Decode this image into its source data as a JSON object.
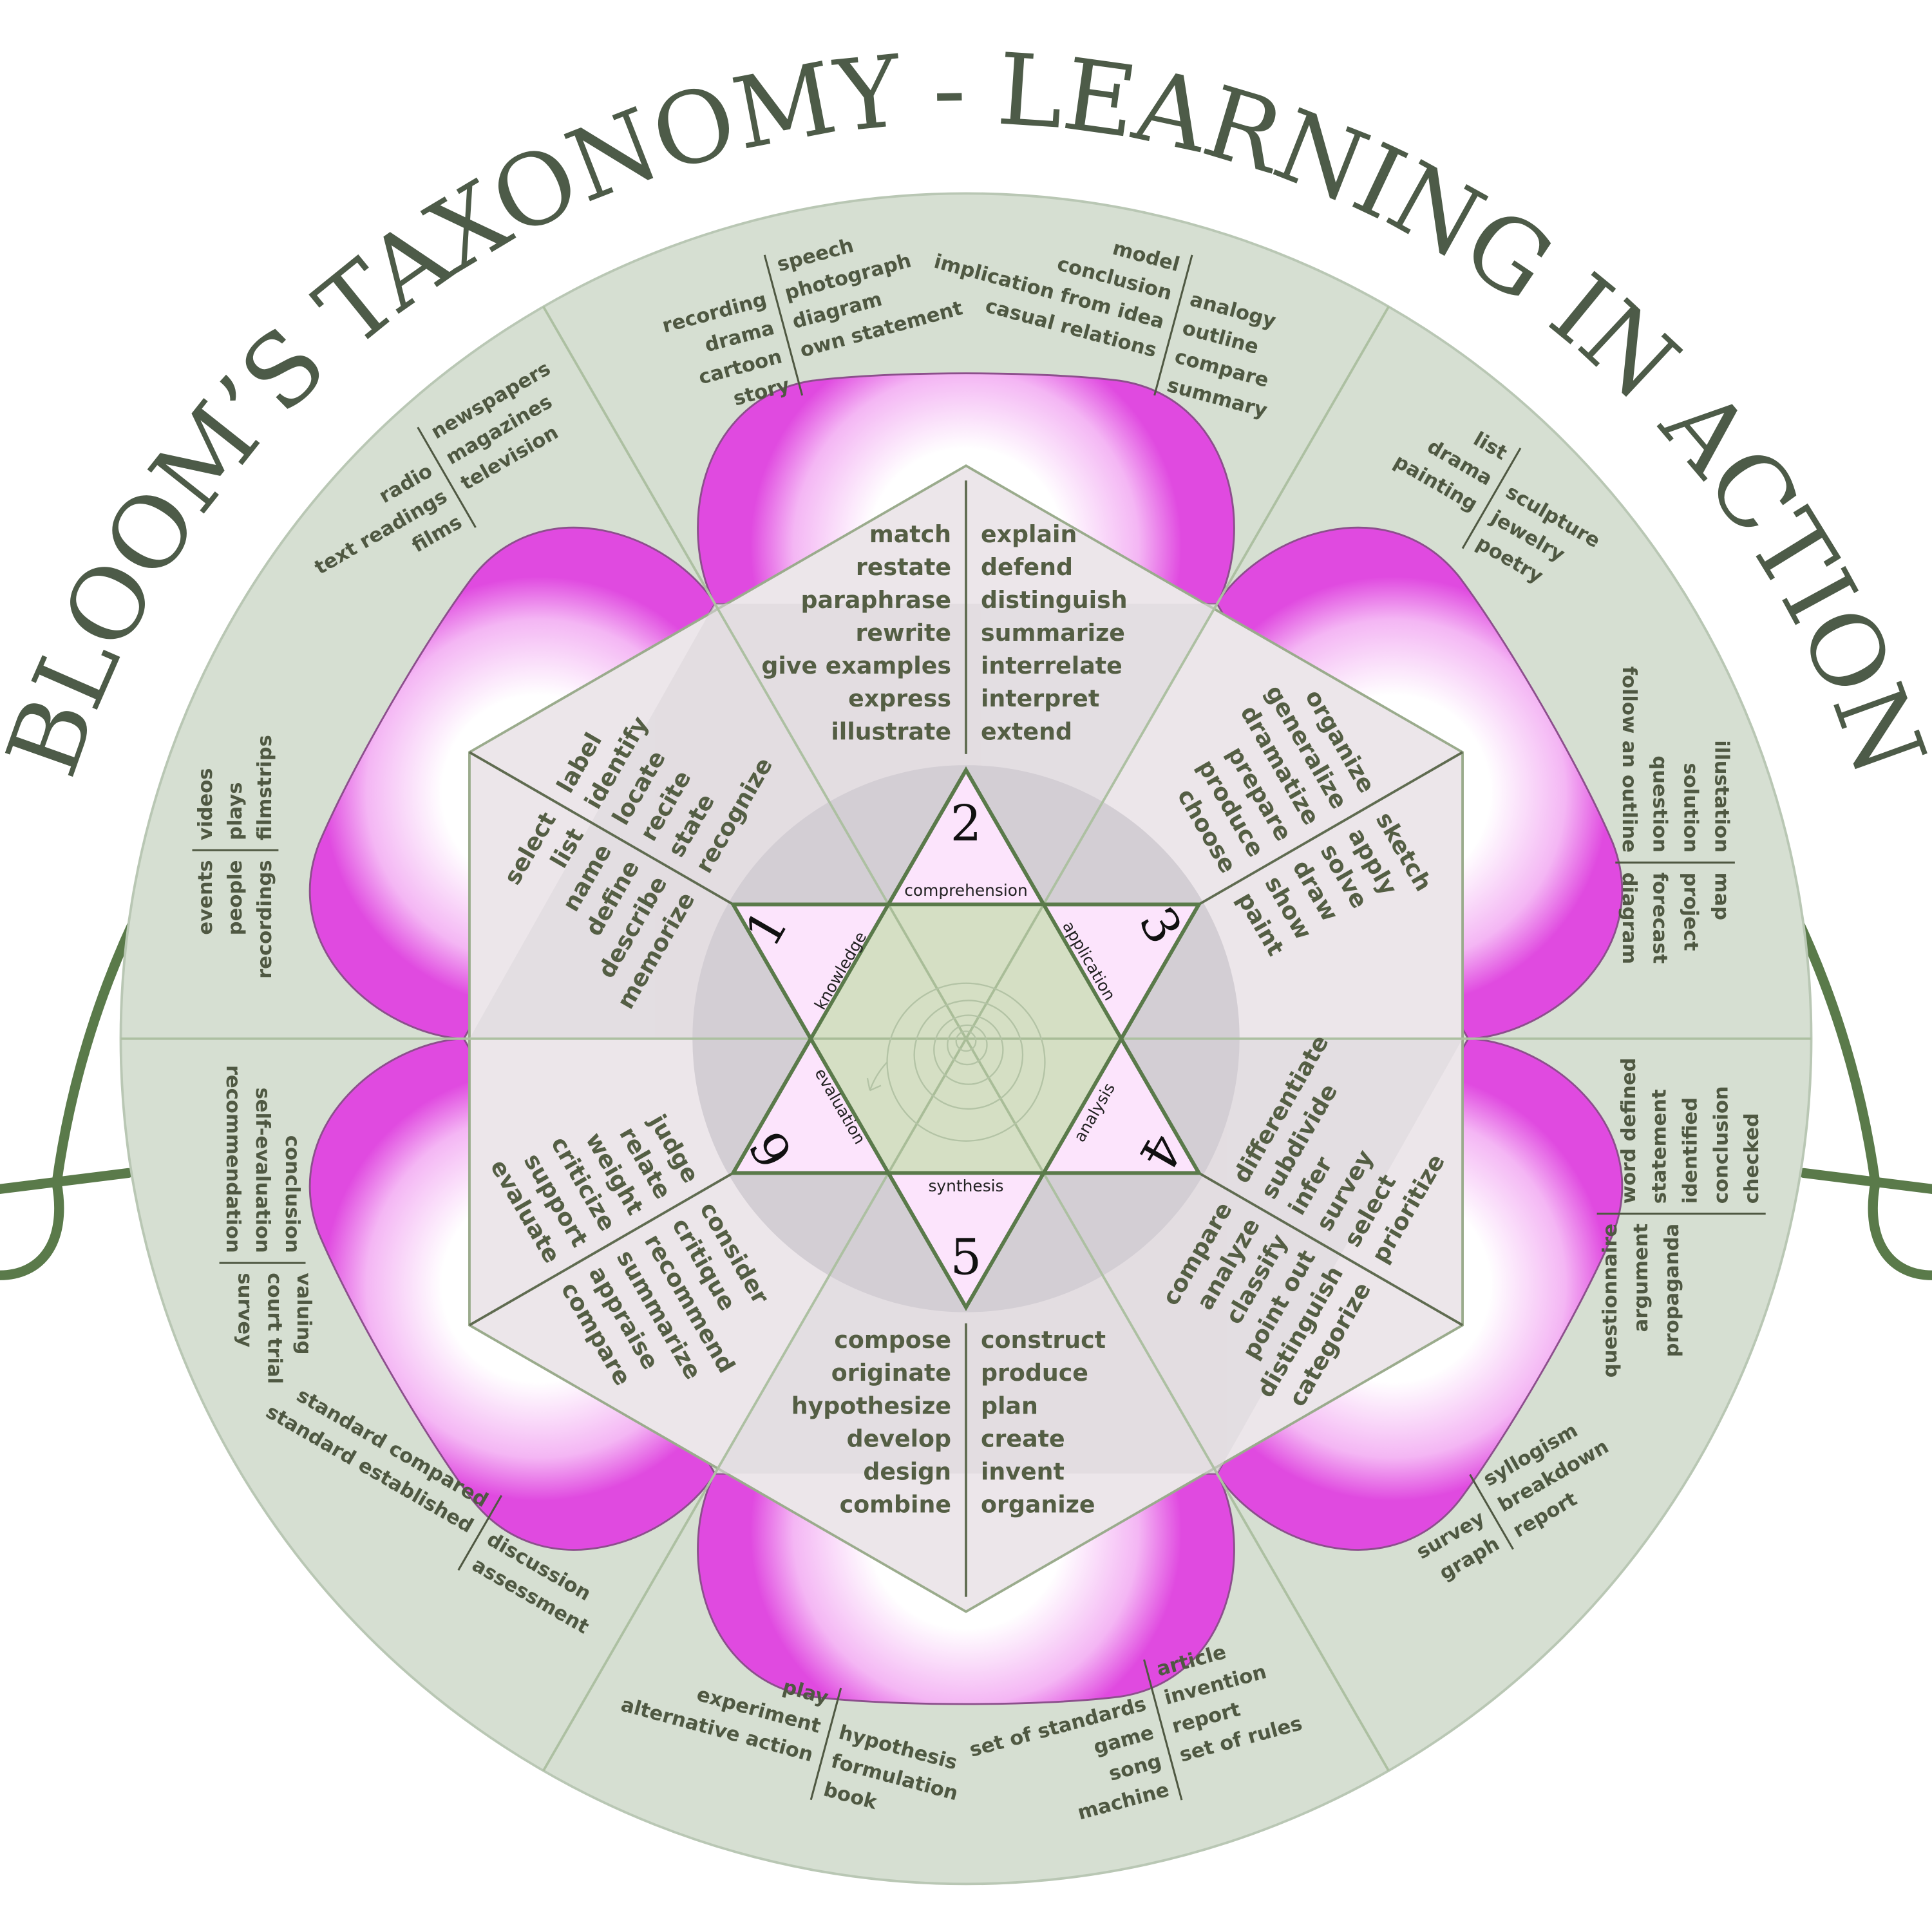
{
  "title": "BLOOM’S TAXONOMY - LEARNING IN ACTION",
  "colors": {
    "arc": "#5a7a4a",
    "disc": "#d6dfd2",
    "petal": "#e45ae4",
    "star": "#fce4fc",
    "core": "#d5dfc4",
    "hexagon": "#ece6ea"
  },
  "star": {
    "levels": [
      {
        "number": "1",
        "label": "knowledge"
      },
      {
        "number": "2",
        "label": "comprehension"
      },
      {
        "number": "3",
        "label": "application"
      },
      {
        "number": "4",
        "label": "analysis"
      },
      {
        "number": "5",
        "label": "synthesis"
      },
      {
        "number": "6",
        "label": "evaluation"
      }
    ]
  },
  "inner": {
    "top": {
      "left": [
        "match",
        "restate",
        "paraphrase",
        "rewrite",
        "give examples",
        "express",
        "illustrate"
      ],
      "right": [
        "explain",
        "defend",
        "distinguish",
        "summarize",
        "interrelate",
        "interpret",
        "extend"
      ]
    },
    "upper_left": {
      "left": [
        "select",
        "list",
        "name",
        "define",
        "describe",
        "memorize"
      ],
      "right": [
        "label",
        "identify",
        "locate",
        "recite",
        "state",
        "recognize"
      ]
    },
    "upper_right": {
      "left": [
        "organize",
        "generalize",
        "dramatize",
        "prepare",
        "produce",
        "choose"
      ],
      "right": [
        "sketch",
        "apply",
        "solve",
        "draw",
        "show",
        "paint"
      ]
    },
    "lower_right": {
      "left": [
        "compare",
        "analyze",
        "classify",
        "point out",
        "distinguish",
        "categorize"
      ],
      "right": [
        "differentiate",
        "subdivide",
        "infer",
        "survey",
        "select",
        "prioritize"
      ]
    },
    "bottom": {
      "left": [
        "compose",
        "originate",
        "hypothesize",
        "develop",
        "design",
        "combine"
      ],
      "right": [
        "construct",
        "produce",
        "plan",
        "create",
        "invent",
        "organize"
      ]
    },
    "lower_left": {
      "left": [
        "judge",
        "relate",
        "weight",
        "criticize",
        "support",
        "evaluate"
      ],
      "right": [
        "consider",
        "critique",
        "recommend",
        "summarize",
        "appraise",
        "compare"
      ]
    }
  },
  "outer": {
    "top_a": {
      "left": [
        "recording",
        "drama",
        "cartoon",
        "story"
      ],
      "right": [
        "speech",
        "photograph",
        "diagram",
        "own statement"
      ]
    },
    "top_b": {
      "left": [
        "model",
        "conclusion",
        "implication from idea",
        "casual relations"
      ],
      "right": [
        "analogy",
        "outline",
        "compare",
        "summary"
      ]
    },
    "upper_left_a": {
      "left": [
        "radio",
        "text readings",
        "films"
      ],
      "right": [
        "newspapers",
        "magazines",
        "television"
      ]
    },
    "upper_left_b": {
      "left": [
        "events",
        "people",
        "recordings"
      ],
      "right": [
        "videos",
        "plays",
        "filmstrips"
      ]
    },
    "upper_right_a": {
      "left": [
        "list",
        "drama",
        "painting"
      ],
      "right": [
        "sculpture",
        "jewelry",
        "poetry"
      ]
    },
    "upper_right_b": {
      "left": [
        "illustation",
        "solution",
        "question",
        "follow an outline"
      ],
      "right": [
        "map",
        "project",
        "forecast",
        "diagram"
      ]
    },
    "lower_right_a": {
      "left": [
        "questionnaire",
        "argument",
        "propaganda"
      ],
      "right": [
        "word defined",
        "statement",
        "identified",
        "conclusion",
        "checked"
      ]
    },
    "lower_right_b": {
      "left": [
        "survey",
        "graph"
      ],
      "right": [
        "syllogism",
        "breakdown",
        "report"
      ]
    },
    "bottom_a": {
      "left": [
        "play",
        "experiment",
        "alternative action"
      ],
      "right": [
        "hypothesis",
        "formulation",
        "book"
      ]
    },
    "bottom_b": {
      "left": [
        "set of standards",
        "game",
        "song",
        "machine"
      ],
      "right": [
        "article",
        "invention",
        "report",
        "set of rules"
      ]
    },
    "lower_left_a": {
      "left": [
        "conclusion",
        "self-evaluation",
        "recommendation"
      ],
      "right": [
        "valuing",
        "court trial",
        "survey"
      ]
    },
    "lower_left_b": {
      "left": [
        "standard compared",
        "standard established"
      ],
      "right": [
        "discussion",
        "assessment"
      ]
    }
  }
}
